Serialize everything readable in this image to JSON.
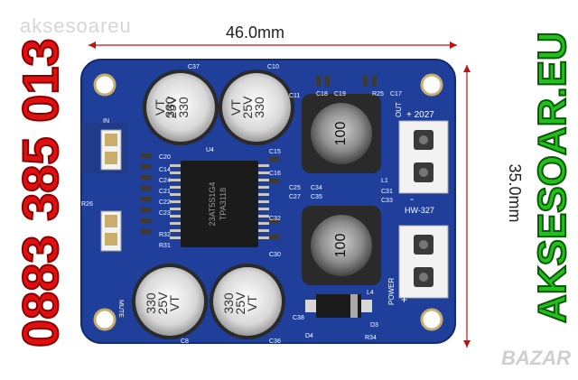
{
  "watermark": "aksesoareu",
  "phone": "0883 385 013",
  "brand": "AKSESOAR.EU",
  "width_dimension": "46.0mm",
  "height_dimension": "35.0mm",
  "bazar_logo": "BAZAR",
  "board": {
    "model": "HW-327",
    "chip_line1": "23AT5S1G4",
    "chip_line2": "TPA3118",
    "inductor_value": "100",
    "cap_line1": "330",
    "cap_line2": "25V",
    "cap_line3": "VT",
    "out_label": "OUT",
    "out_polarity": "+ 2027",
    "out_minus": "-",
    "power_label": "POWER",
    "power_plus": "+",
    "mute_label": "MUTE",
    "in_label": "IN",
    "designators": [
      "C37",
      "C10",
      "C18",
      "C19",
      "R25",
      "C17",
      "C11",
      "C20",
      "U4",
      "C15",
      "C16",
      "C25",
      "C27",
      "C34",
      "C35",
      "L1",
      "C31",
      "C33",
      "R26",
      "C21",
      "C22",
      "C23",
      "C32",
      "C30",
      "R31",
      "C8",
      "C36",
      "C38",
      "L4",
      "D3",
      "D4",
      "R34",
      "R32",
      "C24",
      "C14"
    ]
  },
  "colors": {
    "pcb": "#1f3f9a",
    "accent_red": "#e01010",
    "brand_green": "#22c01a"
  }
}
